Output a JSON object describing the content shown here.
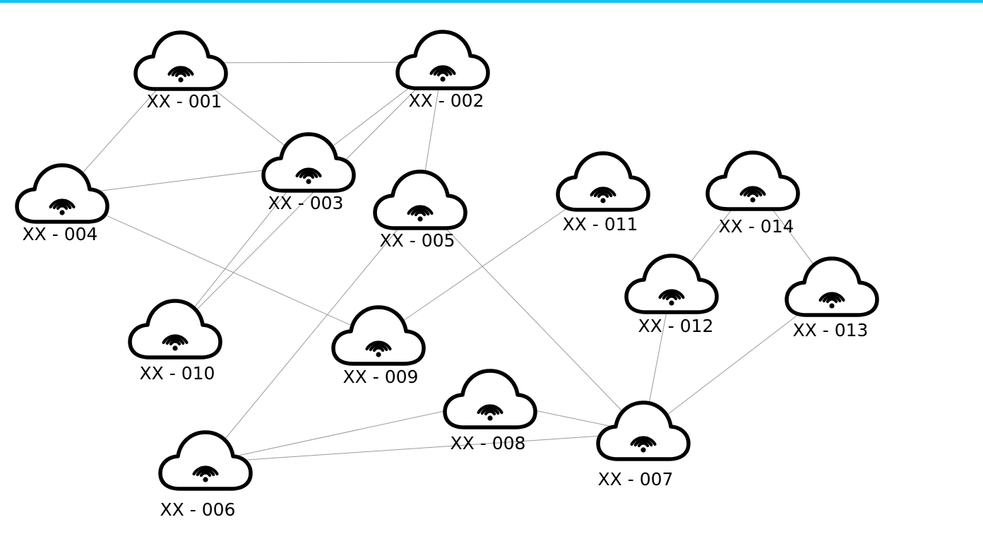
{
  "accent_color": "#12c3f2",
  "icon": "cloud-wifi-icon",
  "nodes": [
    {
      "id": "001",
      "label": "XX - 001"
    },
    {
      "id": "002",
      "label": "XX - 002"
    },
    {
      "id": "003",
      "label": "XX - 003"
    },
    {
      "id": "004",
      "label": "XX - 004"
    },
    {
      "id": "005",
      "label": "XX - 005"
    },
    {
      "id": "006",
      "label": "XX - 006"
    },
    {
      "id": "007",
      "label": "XX - 007"
    },
    {
      "id": "008",
      "label": "XX - 008"
    },
    {
      "id": "009",
      "label": "XX - 009"
    },
    {
      "id": "010",
      "label": "XX - 010"
    },
    {
      "id": "011",
      "label": "XX - 011"
    },
    {
      "id": "012",
      "label": "XX - 012"
    },
    {
      "id": "013",
      "label": "XX - 013"
    },
    {
      "id": "014",
      "label": "XX - 014"
    }
  ],
  "edges": [
    {
      "from": "001",
      "to": "002"
    },
    {
      "from": "001",
      "to": "003"
    },
    {
      "from": "001",
      "to": "004"
    },
    {
      "from": "002",
      "to": "003"
    },
    {
      "from": "002",
      "to": "005"
    },
    {
      "from": "002",
      "to": "010"
    },
    {
      "from": "003",
      "to": "004"
    },
    {
      "from": "003",
      "to": "010"
    },
    {
      "from": "004",
      "to": "009"
    },
    {
      "from": "005",
      "to": "006"
    },
    {
      "from": "005",
      "to": "007"
    },
    {
      "from": "009",
      "to": "011"
    },
    {
      "from": "006",
      "to": "008"
    },
    {
      "from": "006",
      "to": "007"
    },
    {
      "from": "008",
      "to": "007"
    },
    {
      "from": "012",
      "to": "007"
    },
    {
      "from": "013",
      "to": "007"
    },
    {
      "from": "014",
      "to": "012"
    },
    {
      "from": "014",
      "to": "013"
    }
  ]
}
